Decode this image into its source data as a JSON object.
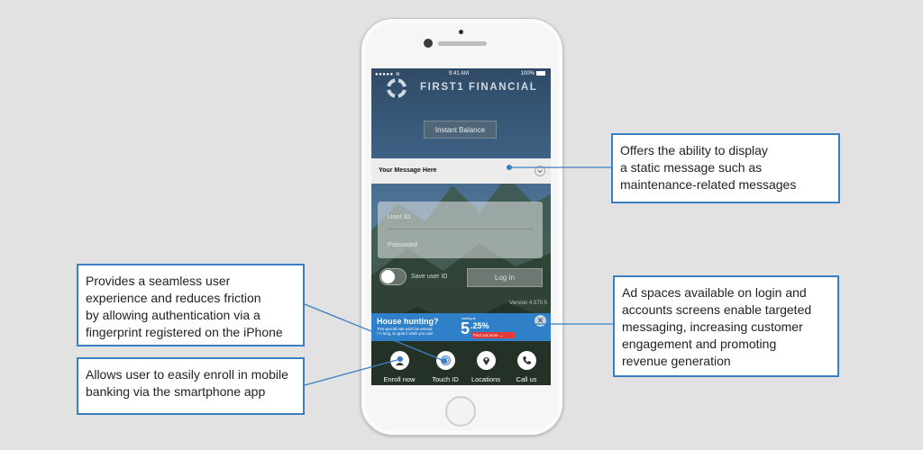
{
  "status_bar": {
    "signal": "●●●●● ≋",
    "time": "9:41 AM",
    "battery": "100%"
  },
  "app": {
    "brand": "FIRST1 FINANCIAL"
  },
  "buttons": {
    "instant_balance": "Instant Balance",
    "login": "Log In"
  },
  "message_bar": {
    "text": "Your Message Here"
  },
  "login_form": {
    "user_id_placeholder": "User ID",
    "password_placeholder": "Password",
    "save_user_id": "Save user ID"
  },
  "version": "Version 4.570.5",
  "ad": {
    "headline": "House hunting?",
    "line1": "This special rate won't be around",
    "line2": "too long, so grab it while you can!",
    "rate_label": "starting at",
    "rate_whole": "5",
    "rate_decimal": ".25%",
    "cta": "Find out more →",
    "close": "✕"
  },
  "bottom_nav": [
    {
      "label": "Enroll now",
      "icon": "enroll-icon"
    },
    {
      "label": "Touch ID",
      "icon": "fingerprint-icon"
    },
    {
      "label": "Locations",
      "icon": "location-pin-icon"
    },
    {
      "label": "Call us",
      "icon": "phone-icon"
    }
  ],
  "callouts": {
    "message": [
      "Offers the ability to display",
      "a static message such as",
      "maintenance-related messages"
    ],
    "touch_id": [
      "Provides a seamless user",
      "experience and reduces friction",
      "by allowing authentication via a",
      "fingerprint registered on the iPhone"
    ],
    "ads": [
      "Ad spaces available on login and",
      "accounts screens enable targeted",
      "messaging, increasing customer",
      "engagement and promoting",
      "revenue generation"
    ],
    "enroll": [
      "Allows user to easily enroll in mobile",
      "banking via the smartphone app"
    ]
  },
  "colors": {
    "accent": "#3b7fc2",
    "ad_blue": "#2f80c8",
    "cta_red": "#e23a3a",
    "background": "#e2e2e2"
  }
}
